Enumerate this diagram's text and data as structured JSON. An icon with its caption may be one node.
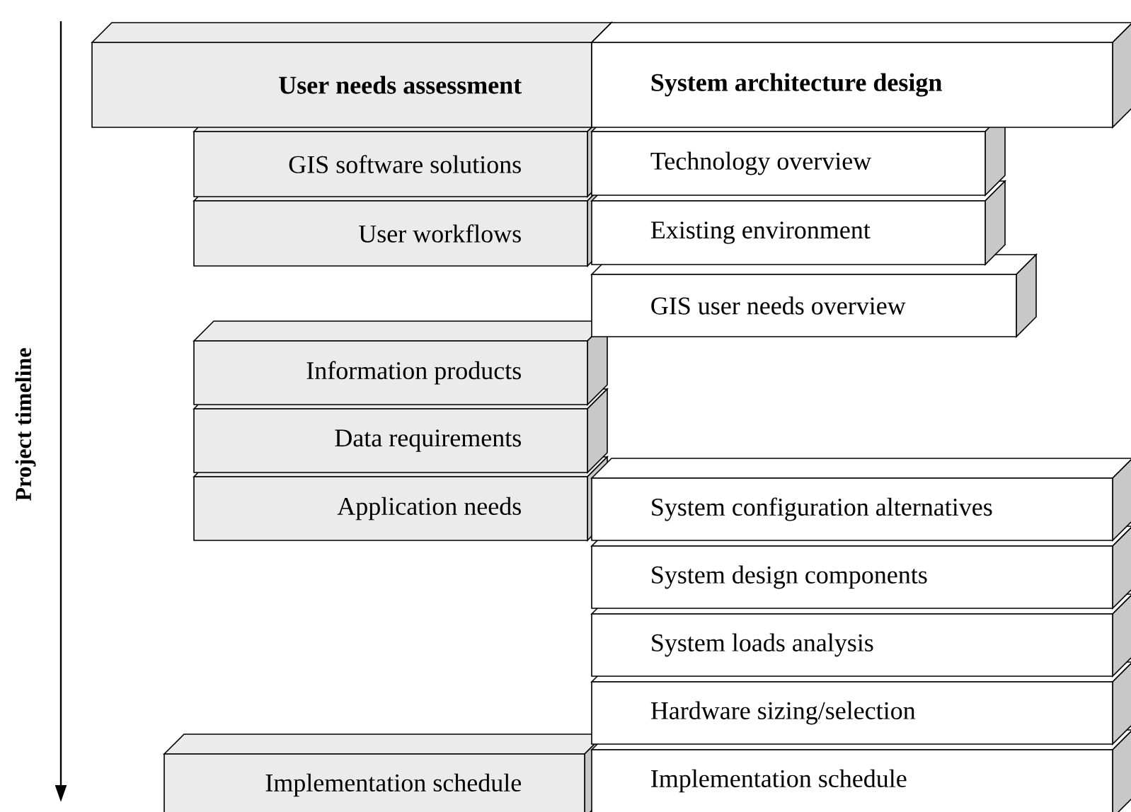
{
  "diagram": {
    "nodes": [
      {
        "text": [
          "User needs assessment"
        ]
      },
      {
        "text": [
          "System architecture design"
        ]
      },
      {
        "text": [
          "GIS software solutions"
        ]
      },
      {
        "text": [
          "Technology overview"
        ]
      },
      {
        "text": [
          "User workflows"
        ]
      },
      {
        "text": [
          "Existing environment"
        ]
      },
      {
        "text": [
          "GIS user needs overview"
        ]
      },
      {
        "text": [
          "Information products"
        ]
      },
      {
        "text": [
          "Data requirements"
        ]
      },
      {
        "text": [
          "Application needs"
        ]
      },
      {
        "text": [
          "System configuration alternatives"
        ]
      },
      {
        "text": [
          "System design components"
        ]
      },
      {
        "text": [
          "System loads analysis"
        ]
      },
      {
        "text": [
          "Hardware sizing/selection"
        ]
      },
      {
        "text": [
          "Implementation schedule"
        ]
      },
      {
        "text": [
          "Implementation schedule"
        ]
      }
    ],
    "labels": [
      "Project timeline"
    ]
  }
}
